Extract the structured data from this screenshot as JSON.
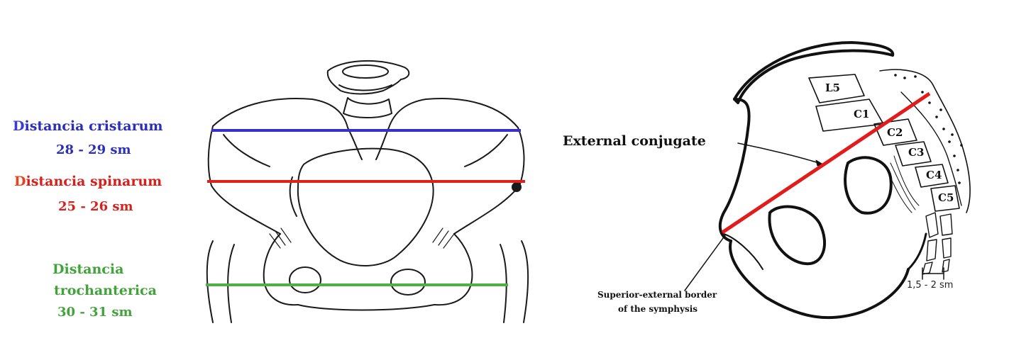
{
  "left_figure": {
    "cristarum": {
      "label_initial": "D",
      "label_rest": "istancia cristarum",
      "value": "28 - 29 sm",
      "color": "#2a2fb8"
    },
    "spinarum": {
      "label_initial": "D",
      "label_rest": "istancia spinarum",
      "value": "25 - 26 sm",
      "color": "#d4211b"
    },
    "trochanterica": {
      "label_line1": "Distancia",
      "label_line2": "trochanterica",
      "value": "30 - 31 sm",
      "color": "#41a33a"
    }
  },
  "right_figure": {
    "conjugate_label": "External conjugate",
    "symphysis_line1": "Superior-external border",
    "symphysis_line2": "of the symphysis",
    "width_label": "1,5 - 2 sm",
    "vertebrae": [
      "L5",
      "C1",
      "C2",
      "C3",
      "C4",
      "C5"
    ],
    "conjugate_color": "#e21b1b"
  }
}
